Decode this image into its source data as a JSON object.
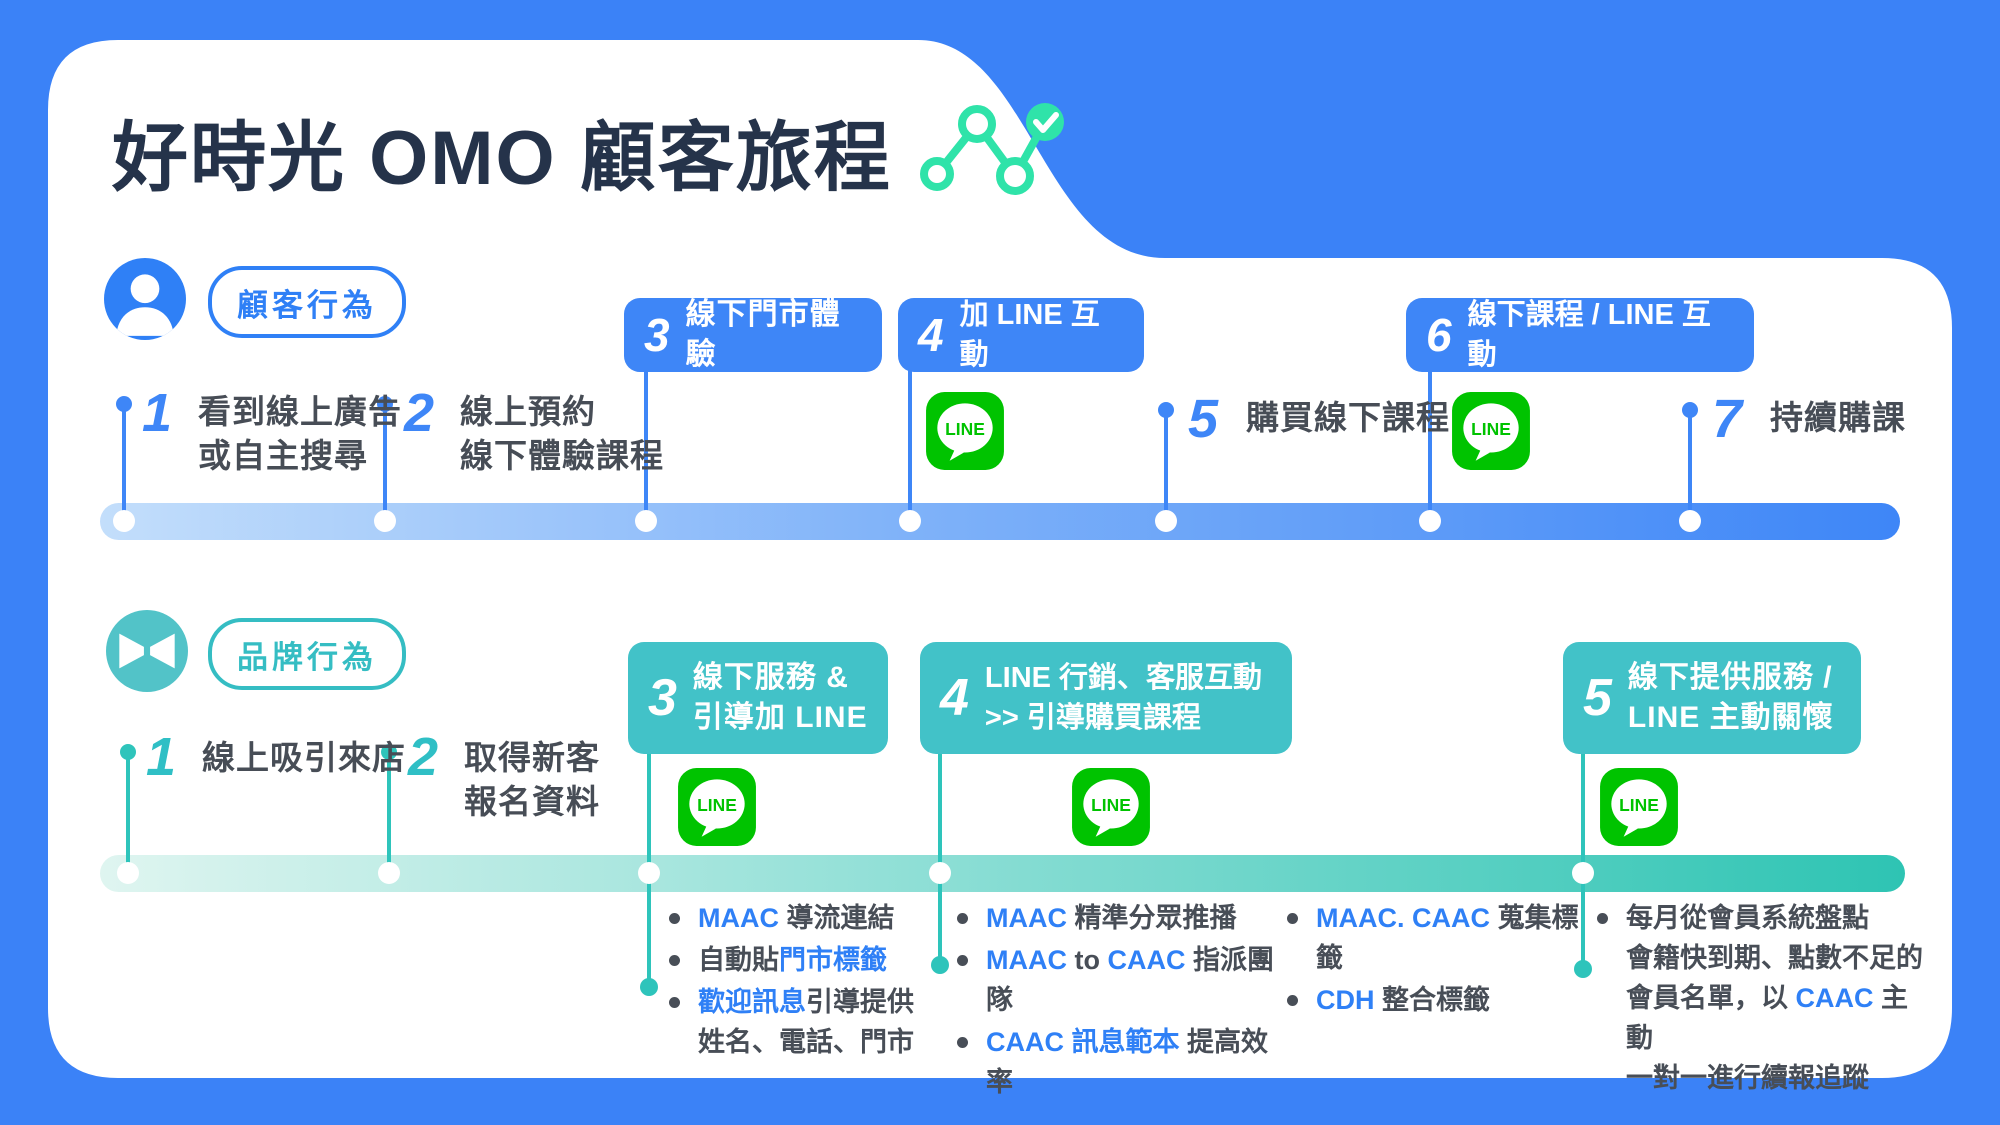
{
  "title": "好時光 OMO 顧客旅程",
  "line_label": "LINE",
  "colors": {
    "background_blue": "#3B82F7",
    "accent_blue": "#3E86F7",
    "accent_teal": "#42C2C8",
    "timeline_teal_end": "#2EC4B3",
    "mint_green": "#2FE3A9",
    "line_green": "#00C300",
    "link_blue": "#2F80F6",
    "title_navy": "#25334A",
    "text_gray": "#474D56"
  },
  "customer": {
    "badge": "顧客行為",
    "step1_num": "1",
    "step1_label": "看到線上廣告\n或自主搜尋",
    "step2_num": "2",
    "step2_label": "線上預約\n線下體驗課程",
    "step3_num": "3",
    "step3_label": "線下門市體驗",
    "step4_num": "4",
    "step4_label": "加 LINE 互動",
    "step5_num": "5",
    "step5_label": "購買線下課程",
    "step6_num": "6",
    "step6_label": "線下課程 / LINE 互動",
    "step7_num": "7",
    "step7_label": "持續購課"
  },
  "brand": {
    "badge": "品牌行為",
    "step1_num": "1",
    "step1_label": "線上吸引來店",
    "step2_num": "2",
    "step2_label": "取得新客\n報名資料",
    "step3_num": "3",
    "step3_label": "線下服務 &\n引導加 LINE",
    "step4_num": "4",
    "step4_label": "LINE 行銷、客服互動\n>> 引導購買課程",
    "step5_num": "5",
    "step5_label": "線下提供服務 /\nLINE 主動關懷",
    "notes": [
      [
        [
          [
            "MAAC",
            "b"
          ],
          [
            " 導流連結",
            "d"
          ]
        ],
        [
          [
            "自動貼",
            "d"
          ],
          [
            "門市標籤",
            "b"
          ]
        ],
        [
          [
            "歡迎訊息",
            "b"
          ],
          [
            "引導提供\n姓名、電話、門市",
            "d"
          ]
        ]
      ],
      [
        [
          [
            "MAAC",
            "b"
          ],
          [
            " 精準分眾推播",
            "d"
          ]
        ],
        [
          [
            "MAAC",
            "b"
          ],
          [
            " to ",
            "d"
          ],
          [
            "CAAC",
            "b"
          ],
          [
            " 指派團隊",
            "d"
          ]
        ],
        [
          [
            "CAAC 訊息範本",
            "b"
          ],
          [
            " 提高效率",
            "d"
          ]
        ]
      ],
      [
        [
          [
            "MAAC. CAAC",
            "b"
          ],
          [
            " 蒐集標籤",
            "d"
          ]
        ],
        [
          [
            "CDH",
            "b"
          ],
          [
            " 整合標籤",
            "d"
          ]
        ]
      ],
      [
        [
          [
            "每月從會員系統盤點\n會籍快到期、點數不足的\n會員名單，以 ",
            "d"
          ],
          [
            "CAAC",
            "b"
          ],
          [
            " 主動\n一對一進行續報追蹤",
            "d"
          ]
        ]
      ]
    ]
  }
}
